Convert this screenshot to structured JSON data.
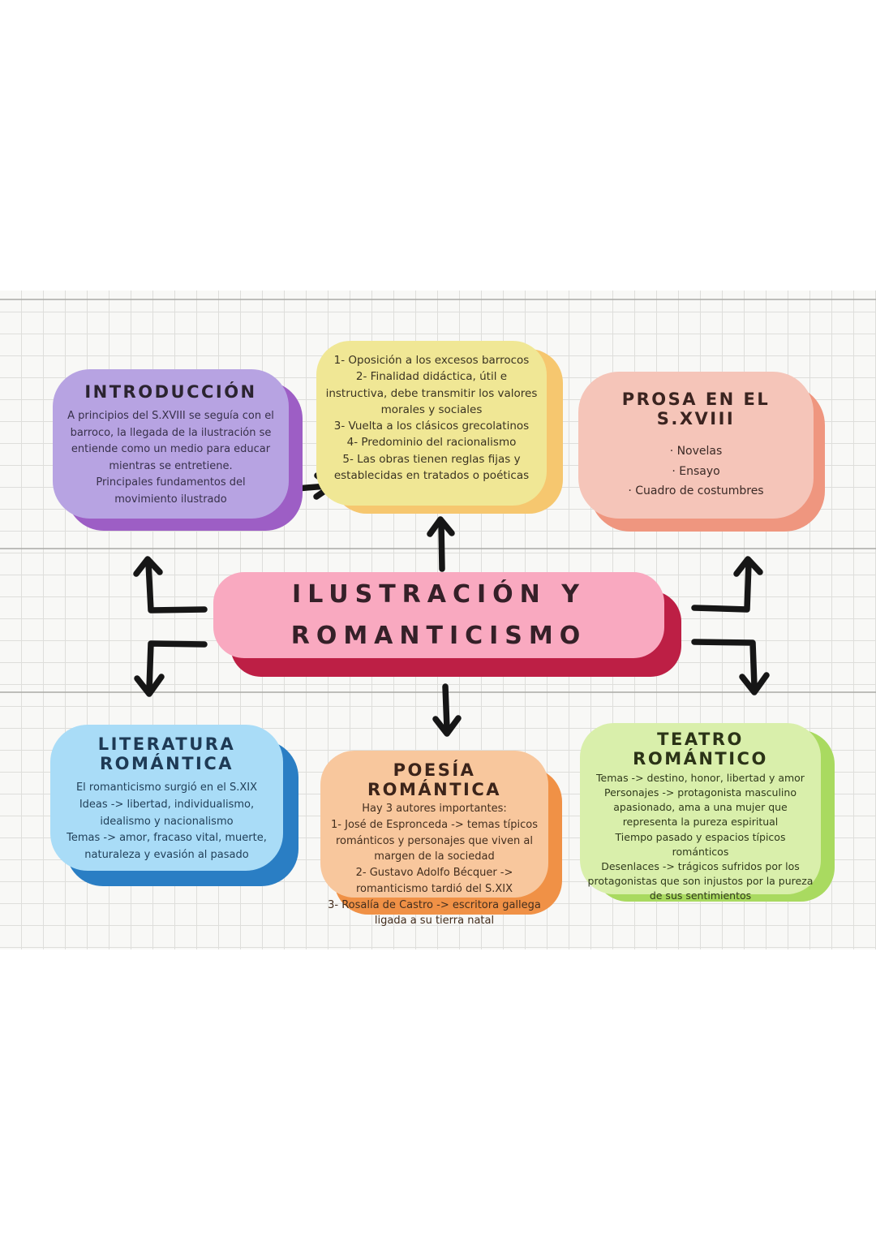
{
  "document": {
    "type": "mind-map",
    "topic": "Ilustración y Romanticismo"
  },
  "palette": {
    "page_background": "#ffffff",
    "grid_background": "#f8f8f6",
    "grid_line": "#dededb",
    "grid_line_dark": "#a9a9a6",
    "arrow": "#161616",
    "center_fill": "#f9a9c0",
    "center_shadow": "#bd1f45",
    "introduccion_fill": "#b7a3e2",
    "introduccion_shadow": "#9d5ec5",
    "caracteristicas_fill": "#f0e795",
    "caracteristicas_shadow": "#f6c76f",
    "prosa_fill": "#f5c5b9",
    "prosa_shadow": "#ef967f",
    "literatura_fill": "#a9dcf7",
    "literatura_shadow": "#2a7ec4",
    "poesia_fill": "#f8c79d",
    "poesia_shadow": "#f09146",
    "teatro_fill": "#d9efab",
    "teatro_shadow": "#a9da60"
  },
  "center": {
    "line1": "ILUSTRACIÓN Y",
    "line2": "ROMANTICISMO"
  },
  "nodes": {
    "introduccion": {
      "title": "INTRODUCCIÓN",
      "body": [
        "A principios del S.XVIII se seguía con el barroco, la llegada de la ilustración se entiende como un medio para educar mientras se entretiene.",
        "Principales fundamentos del movimiento ilustrado"
      ]
    },
    "caracteristicas": {
      "items": [
        "1- Oposición a los excesos barrocos",
        "2- Finalidad didáctica, útil e instructiva, debe transmitir los valores morales y sociales",
        "3- Vuelta a los clásicos grecolatinos",
        "4- Predominio del racionalismo",
        "5- Las obras tienen reglas fijas y establecidas en tratados o poéticas"
      ]
    },
    "prosa": {
      "title": "PROSA EN EL S.XVIII",
      "items": [
        "· Novelas",
        "· Ensayo",
        "· Cuadro de costumbres"
      ]
    },
    "literatura": {
      "title": "LITERATURA ROMÁNTICA",
      "body": [
        "El romanticismo surgió en el S.XIX",
        "Ideas -> libertad, individualismo, idealismo y nacionalismo",
        "Temas -> amor, fracaso vital, muerte, naturaleza y evasión al pasado"
      ]
    },
    "poesia": {
      "title": "POESÍA ROMÁNTICA",
      "body": [
        "Hay 3 autores importantes:",
        "1- José de Espronceda -> temas típicos románticos y personajes que viven al margen de la sociedad",
        "2- Gustavo Adolfo Bécquer -> romanticismo tardió del S.XIX",
        "3- Rosalía de Castro -> escritora gallega ligada a su tierra natal"
      ]
    },
    "teatro": {
      "title": "TEATRO ROMÁNTICO",
      "body": [
        "Temas -> destino, honor, libertad y amor",
        "Personajes -> protagonista masculino apasionado, ama a una mujer que representa la pureza espiritual",
        "Tiempo pasado y espacios típicos románticos",
        "Desenlaces -> trágicos sufridos por los protagonistas que son injustos por la pureza de sus sentimientos"
      ]
    }
  }
}
